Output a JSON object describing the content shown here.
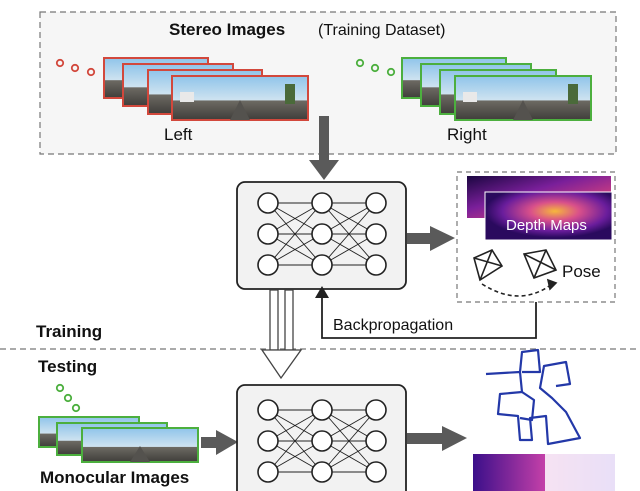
{
  "stereo": {
    "title_bold": "Stereo Images",
    "title_paren": "(Training Dataset)",
    "left_label": "Left",
    "right_label": "Right"
  },
  "outputs": {
    "depth_label": "Depth Maps",
    "pose_label": "Pose"
  },
  "backprop_label": "Backpropagation",
  "sections": {
    "training": "Training",
    "testing": "Testing"
  },
  "testing": {
    "mono_label": "Monocular Images"
  },
  "colors": {
    "left_frame": "#d2483c",
    "right_frame": "#4caf3e",
    "arrow_gray": "#555555",
    "dashed_border": "#777777",
    "net_fill": "#f2f2f2",
    "trajectory": "#2338a8",
    "depth_dark": "#2a0a5e",
    "depth_mid": "#b5338a",
    "depth_hot": "#f5a623"
  },
  "icons": {
    "pose": "camera-frustum-icon",
    "net": "neural-network-icon"
  }
}
